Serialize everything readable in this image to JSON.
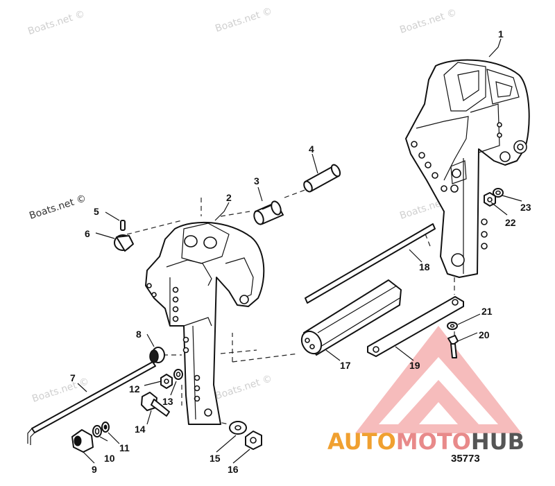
{
  "watermarks": {
    "top_left": "Boats.net ©",
    "top_middle": "Boats.net ©",
    "top_right": "Boats.net ©",
    "left": "Boats.net ©",
    "middle_right": "Boats.net ©",
    "lower_left": "Boats.net ©",
    "lower_middle": "Boats.net ©"
  },
  "callouts": {
    "p1": "1",
    "p2": "2",
    "p3": "3",
    "p4": "4",
    "p5": "5",
    "p6": "6",
    "p7": "7",
    "p8": "8",
    "p9": "9",
    "p10": "10",
    "p11": "11",
    "p12": "12",
    "p13": "13",
    "p14": "14",
    "p15": "15",
    "p16": "16",
    "p17": "17",
    "p18": "18",
    "p19": "19",
    "p20": "20",
    "p21": "21",
    "p22": "22",
    "p23": "23"
  },
  "figure_number": "35773",
  "brand": {
    "part1": "AUTO",
    "part2": "MOTO",
    "part3": "HUB",
    "color_primary": "#f0a030",
    "color_secondary": "#e88a8a",
    "color_dark": "#555555"
  }
}
